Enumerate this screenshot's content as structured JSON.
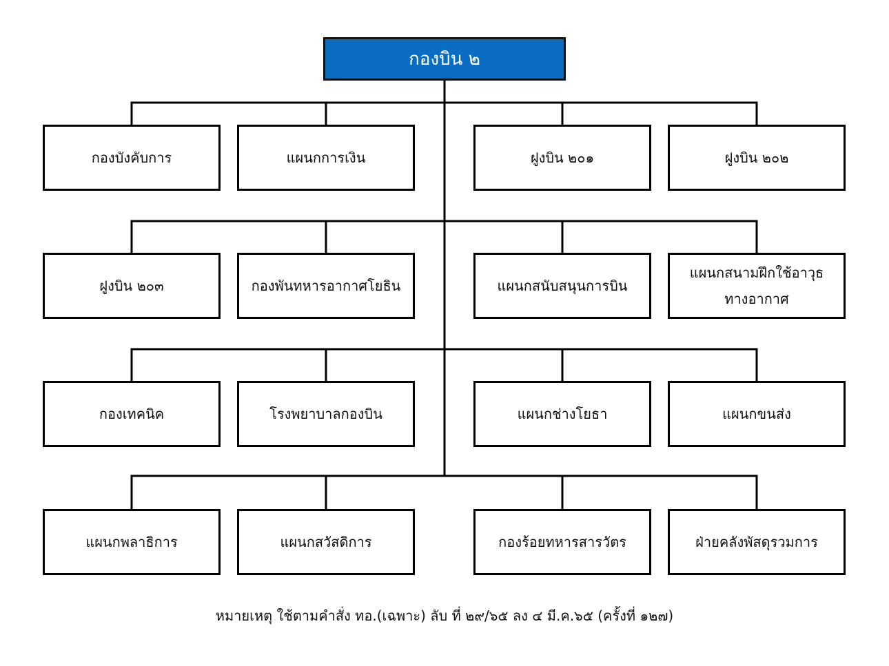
{
  "root": {
    "label": "กองบิน ๒"
  },
  "units": [
    "กองบังคับการ",
    "แผนกการเงิน",
    "ฝูงบิน ๒๐๑",
    "ฝูงบิน ๒๐๒",
    "ฝูงบิน ๒๐๓",
    "กองพันทหารอากาศโยธิน",
    "แผนกสนับสนุนการบิน",
    "แผนกสนามฝึกใช้อาวุธทางอากาศ",
    "กองเทคนิค",
    "โรงพยาบาลกองบิน",
    "แผนกช่างโยธา",
    "แผนกขนส่ง",
    "แผนกพลาธิการ",
    "แผนกสวัสดิการ",
    "กองร้อยทหารสารวัตร",
    "ฝ่ายคลังพัสดุรวมการ"
  ],
  "note": "หมายเหตุ ใช้ตามคำสั่ง ทอ.(เฉพาะ) ลับ ที่ ๒๙/๖๕ ลง ๔ มี.ค.๖๕ (ครั้งที่ ๑๒๗)",
  "colors": {
    "root_fill": "#0a6cc2",
    "root_text": "#ffffff",
    "line": "#000000"
  }
}
